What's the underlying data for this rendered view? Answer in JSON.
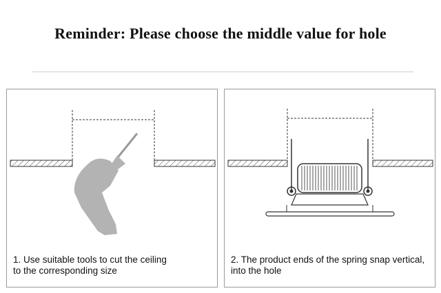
{
  "header": {
    "title": "Reminder: Please choose the middle value for hole"
  },
  "steps": [
    {
      "caption_line1": "1. Use suitable tools to cut the ceiling",
      "caption_line2": "to the corresponding size"
    },
    {
      "caption_line1": "2. The product ends of the spring snap vertical,",
      "caption_line2": "into the hole"
    }
  ],
  "colors": {
    "tool_gray": "#b3b3b3",
    "line": "#333333",
    "border": "#9a9a9a"
  }
}
